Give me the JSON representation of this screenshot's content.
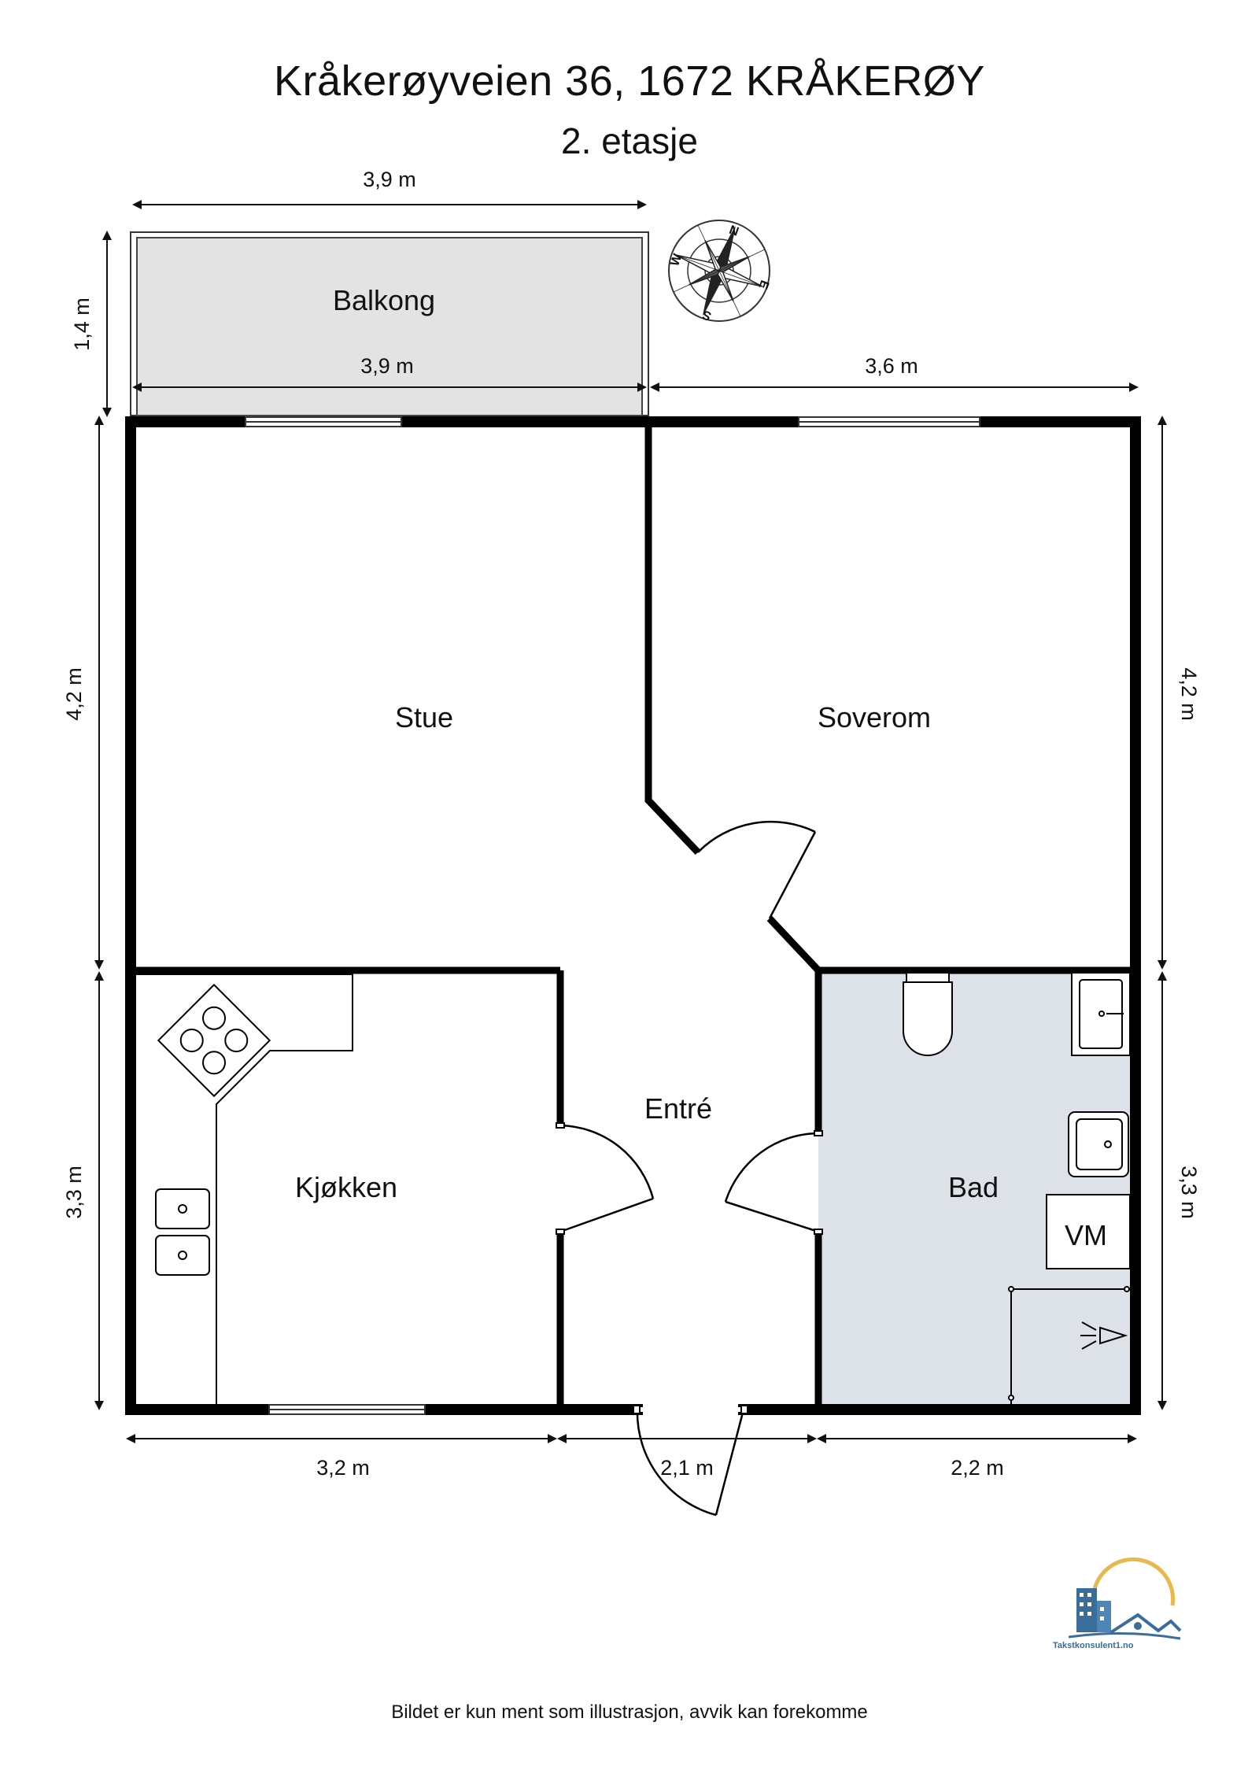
{
  "header": {
    "title": "Kråkerøyveien 36, 1672 KRÅKERØY",
    "subtitle": "2. etasje"
  },
  "rooms": {
    "balcony": "Balkong",
    "living": "Stue",
    "bedroom": "Soverom",
    "kitchen": "Kjøkken",
    "hall": "Entré",
    "bath": "Bad",
    "washer": "VM"
  },
  "dimensions": {
    "balcony_top": "3,9 m",
    "balcony_bottom": "3,9 m",
    "balcony_depth": "1,4 m",
    "bedroom_top": "3,6 m",
    "left_upper": "4,2 m",
    "left_lower": "3,3 m",
    "right_upper": "4,2 m",
    "right_lower": "3,3 m",
    "bottom_left": "3,2 m",
    "bottom_mid": "2,1 m",
    "bottom_right": "2,2 m"
  },
  "compass": {
    "n": "N",
    "e": "E",
    "s": "S",
    "w": "W"
  },
  "logo": {
    "name": "Takstkonsulent1.no"
  },
  "footer": {
    "disclaimer": "Bildet er kun ment som illustrasjon, avvik kan forekomme"
  },
  "colors": {
    "wall": "#000000",
    "balcony_fill": "#e3e3e3",
    "bath_fill": "#dde1e8",
    "logo_blue": "#3a6d9a",
    "logo_gold": "#e8b94a"
  }
}
